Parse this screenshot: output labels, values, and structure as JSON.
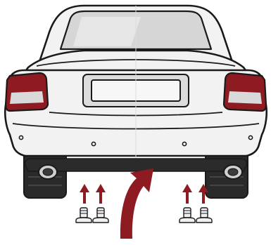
{
  "scene": {
    "subject": "car-rear-view",
    "colors": {
      "outline": "#1a1a1a",
      "body": "#f2f2f2",
      "body_shade": "#dcdcdc",
      "window": "#d6d6d6",
      "window_glare": "#e6e6e6",
      "tail_light": "#8e1a22",
      "tail_light_reflector": "#d9d9d9",
      "tire": "#2a2a2a",
      "bumper_trim": "#2b2b2b",
      "arrow": "#8e1a22",
      "fastener": "#f0f0f0",
      "background": "#ffffff"
    },
    "fastener_count": 4,
    "upward_arrow_count": 4,
    "icons": {
      "small_arrow": "arrow-up-icon",
      "large_arrow": "curved-arrow-icon",
      "fastener": "push-pin-fastener-icon"
    }
  }
}
